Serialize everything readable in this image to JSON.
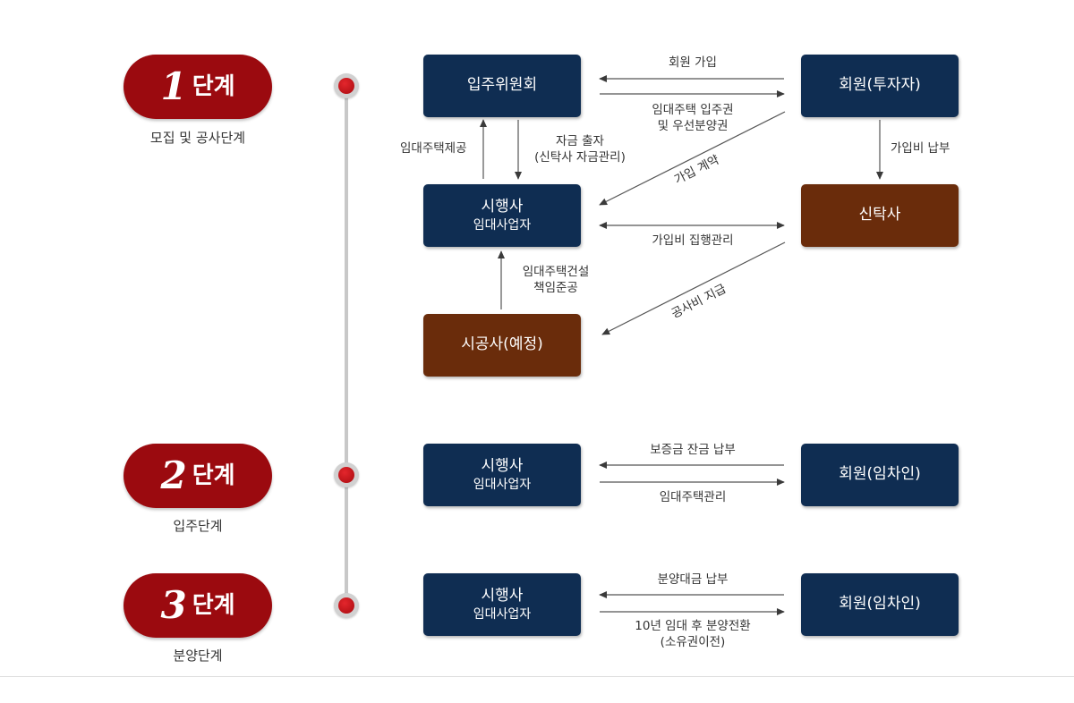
{
  "stages": [
    {
      "num": "1",
      "label": "단계",
      "sub": "모집 및 공사단계"
    },
    {
      "num": "2",
      "label": "단계",
      "sub": "입주단계"
    },
    {
      "num": "3",
      "label": "단계",
      "sub": "분양단계"
    }
  ],
  "boxes": {
    "committee": {
      "main": "입주위원회"
    },
    "member_investor": {
      "main": "회원(투자자)"
    },
    "developer1": {
      "main": "시행사",
      "sub": "임대사업자"
    },
    "trust": {
      "main": "신탁사"
    },
    "contractor": {
      "main": "시공사(예정)"
    },
    "developer2": {
      "main": "시행사",
      "sub": "임대사업자"
    },
    "member_tenant2": {
      "main": "회원(임차인)"
    },
    "developer3": {
      "main": "시행사",
      "sub": "임대사업자"
    },
    "member_tenant3": {
      "main": "회원(임차인)"
    }
  },
  "labels": {
    "join": "회원 가입",
    "rights_line1": "임대주택 입주권",
    "rights_line2": "및 우선분양권",
    "provide_housing": "임대주택제공",
    "invest_line1": "자금 출자",
    "invest_line2": "(신탁사 자금관리)",
    "join_contract": "가입 계약",
    "pay_fee": "가입비 납부",
    "fee_management": "가입비 집행관리",
    "build_line1": "임대주택건설",
    "build_line2": "책임준공",
    "construction_payment": "공사비 지급",
    "deposit_balance": "보증금 잔금 납부",
    "housing_management": "임대주택관리",
    "sale_payment": "분양대금 납부",
    "conversion_line1": "10년 임대 후 분양전환",
    "conversion_line2": "(소유권이전)"
  }
}
